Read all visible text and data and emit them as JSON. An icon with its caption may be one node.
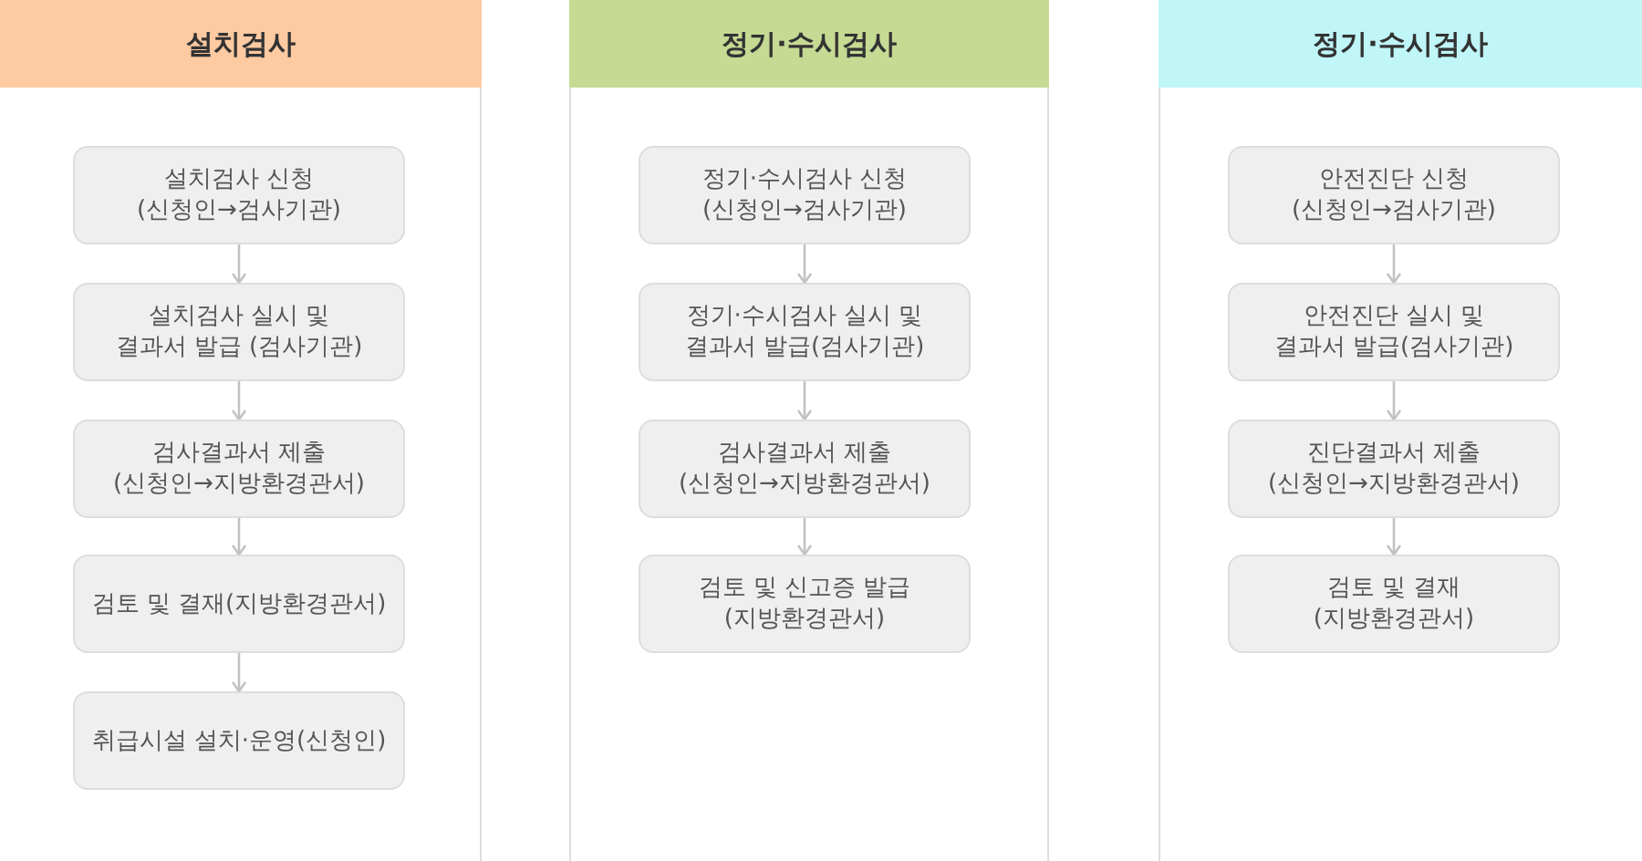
{
  "diagram": {
    "nodes": [
      {
        "text": [
          "설치검사"
        ]
      },
      {
        "text": [
          "설치검사 신청 (신청인→검사기관)"
        ],
        "in": 0
      },
      {
        "text": [
          "설치검사 실시 및 결과서 발급 (검사기관)"
        ],
        "in": 0
      },
      {
        "text": [
          "검사결과서 제출 (신청인→지방환경관서)"
        ],
        "in": 0
      },
      {
        "text": [
          "검토 및 결재(지방환경관서)"
        ],
        "in": 0
      },
      {
        "text": [
          "취급시설 설치·운영(신청인)"
        ],
        "in": 0
      },
      {
        "text": [
          "정기·수시검사"
        ]
      },
      {
        "text": [
          "정기·수시검사 신청 (신청인→검사기관)"
        ],
        "in": 6
      },
      {
        "text": [
          "정기·수시검사 실시 및 결과서 발급(검사기관)"
        ],
        "in": 6
      },
      {
        "text": [
          "검사결과서 제출 (신청인→지방환경관서)"
        ],
        "in": 6
      },
      {
        "text": [
          "검토 및 신고증 발급 (지방환경관서)"
        ],
        "in": 6
      },
      {
        "text": [
          "정기·수시검사"
        ]
      },
      {
        "text": [
          "안전진단 신청 (신청인→검사기관)"
        ],
        "in": 11
      },
      {
        "text": [
          "안전진단 실시 및 결과서 발급(검사기관)"
        ],
        "in": 11
      },
      {
        "text": [
          "진단결과서 제출 (신청인→지방환경관서)"
        ],
        "in": 11
      },
      {
        "text": [
          "검토 및 결재 (지방환경관서)"
        ],
        "in": 11
      }
    ],
    "edges": [
      {
        "from": 1,
        "to": 2,
        "arrow": "to"
      },
      {
        "from": 2,
        "to": 3,
        "arrow": "to"
      },
      {
        "from": 3,
        "to": 4,
        "arrow": "to"
      },
      {
        "from": 4,
        "to": 5,
        "arrow": "to"
      },
      {
        "from": 7,
        "to": 8,
        "arrow": "to"
      },
      {
        "from": 8,
        "to": 9,
        "arrow": "to"
      },
      {
        "from": 9,
        "to": 10,
        "arrow": "to"
      },
      {
        "from": 12,
        "to": 13,
        "arrow": "to"
      },
      {
        "from": 13,
        "to": 14,
        "arrow": "to"
      },
      {
        "from": 14,
        "to": 15,
        "arrow": "to"
      }
    ]
  }
}
